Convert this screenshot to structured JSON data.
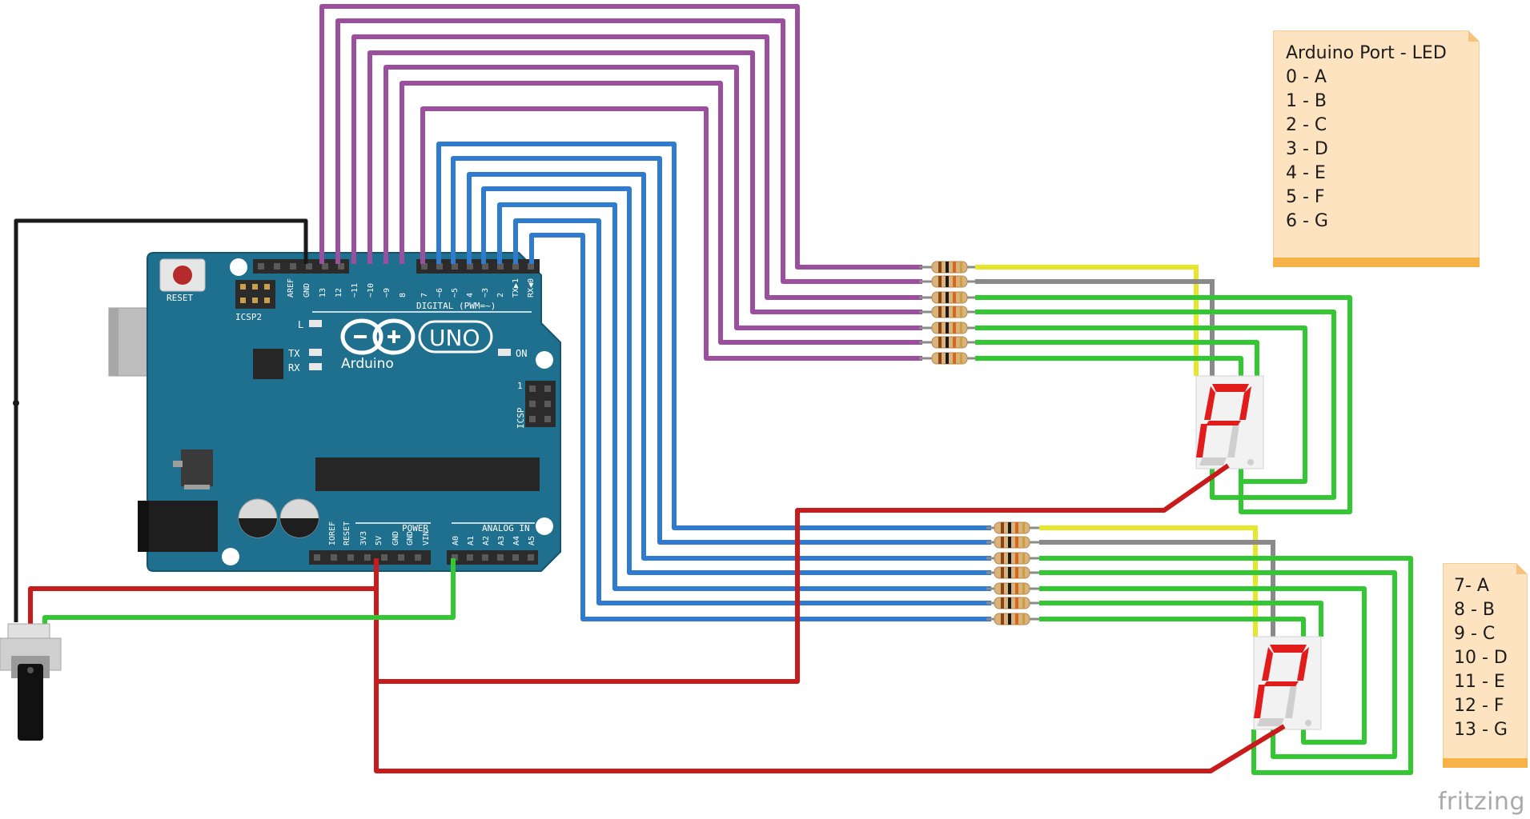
{
  "board": {
    "brand": "Arduino",
    "model": "UNO",
    "reset_label": "RESET",
    "icsp2_label": "ICSP2",
    "icsp_label": "ICSP",
    "icsp_pin1": "1",
    "digital_label": "DIGITAL (PWM=~)",
    "power_label": "POWER",
    "analog_label": "ANALOG IN",
    "led_l": "L",
    "led_tx": "TX",
    "led_rx": "RX",
    "led_on": "ON",
    "digital_pins": [
      "AREF",
      "GND",
      "13",
      "12",
      "~11",
      "~10",
      "~9",
      "8",
      "7",
      "~6",
      "~5",
      "4",
      "~3",
      "2",
      "TX▶1",
      "RX◀0"
    ],
    "power_pins": [
      "IOREF",
      "RESET",
      "3V3",
      "5V",
      "GND",
      "GND",
      "VIN"
    ],
    "analog_pins": [
      "A0",
      "A1",
      "A2",
      "A3",
      "A4",
      "A5"
    ]
  },
  "notes": {
    "top": [
      "Arduino Port - LED",
      "0 - A",
      "1 - B",
      "2 - C",
      "3 - D",
      "4 - E",
      "5 - F",
      "6 - G"
    ],
    "bottom": [
      "7- A",
      "8 - B",
      "9 - C",
      "10 - D",
      "11 - E",
      "12 - F",
      "13 - G"
    ]
  },
  "wire_colors": {
    "purple": "#9b4f9e",
    "blue": "#2f7bd0",
    "green": "#33c733",
    "red": "#c81c1c",
    "yellow": "#e6e62a",
    "gray": "#8a8a8a",
    "black": "#1a1a1a"
  },
  "watermark": "fritzing"
}
